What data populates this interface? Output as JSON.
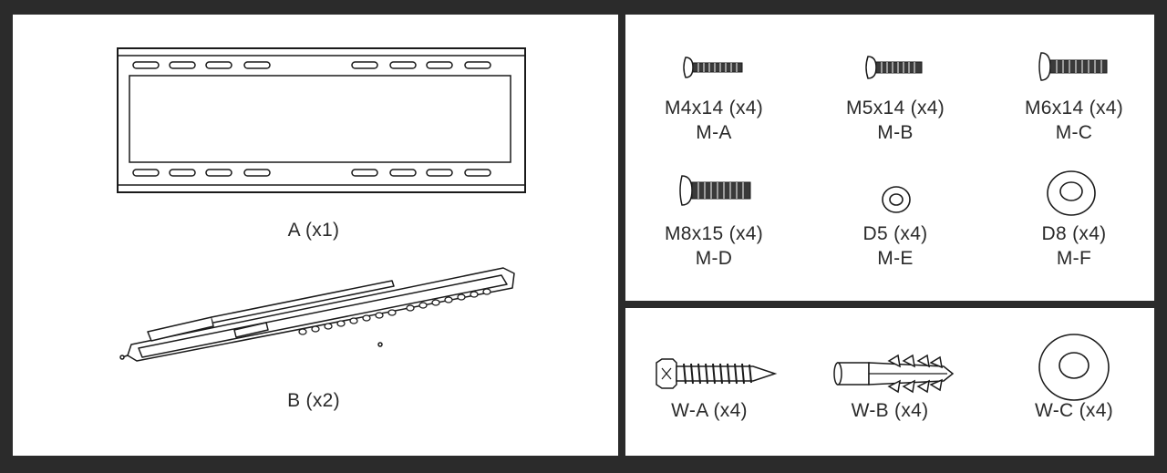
{
  "parts": {
    "plate": {
      "label": "A (x1)"
    },
    "arm": {
      "label": "B (x2)"
    }
  },
  "screws": [
    {
      "size": "M4x14 (x4)",
      "code": "M-A"
    },
    {
      "size": "M5x14 (x4)",
      "code": "M-B"
    },
    {
      "size": "M6x14 (x4)",
      "code": "M-C"
    },
    {
      "size": "M8x15 (x4)",
      "code": "M-D"
    },
    {
      "size": "D5 (x4)",
      "code": "M-E"
    },
    {
      "size": "D8 (x4)",
      "code": "M-F"
    }
  ],
  "wall_kit": [
    {
      "label": "W-A (x4)"
    },
    {
      "label": "W-B (x4)"
    },
    {
      "label": "W-C (x4)"
    }
  ]
}
